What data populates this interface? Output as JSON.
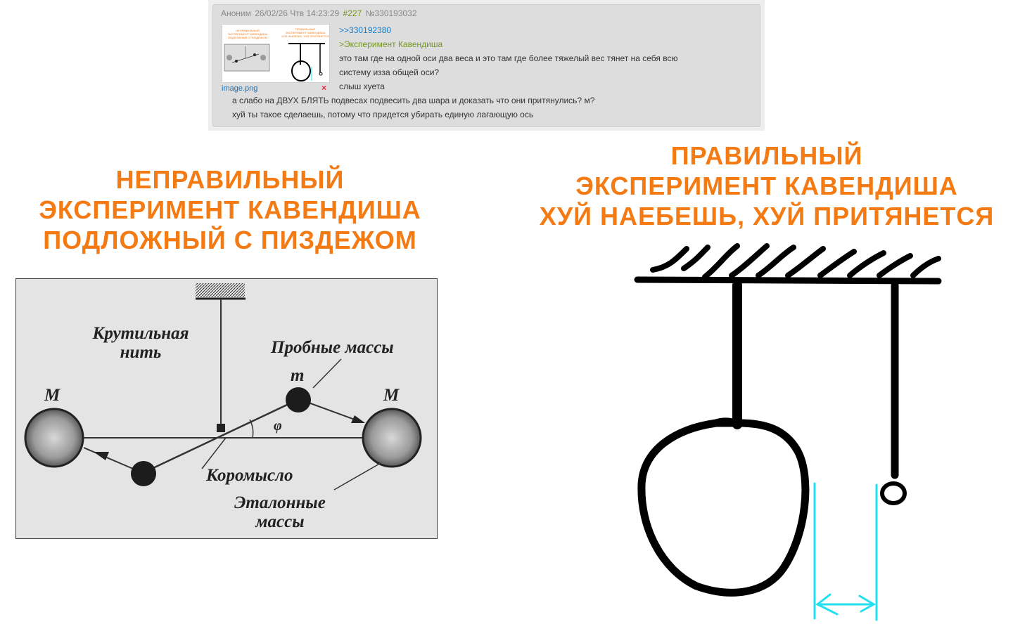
{
  "post": {
    "author": "Аноним",
    "datetime": "26/02/26 Чтв 14:23:29",
    "index": "#227",
    "number": "№330193032",
    "file_name": "image.png",
    "delete_mark": "×",
    "reply_link": ">>330192380",
    "quote": ">Эксперимент Кавендиша",
    "lines": [
      "это там где на одной оси два веса и это там где более тяжелый вес тянет на себя всю",
      "систему изза общей оси?",
      "слыш хуета",
      "а слабо на ДВУХ БЛЯТЬ подвесах подвесить два шара и доказать что они притянулись? м?",
      "хуй ты такое сделаешь, потому что придется убирать единую лагающую ось"
    ]
  },
  "left_heading": [
    "НЕПРАВИЛЬНЫЙ",
    "ЭКСПЕРИМЕНТ КАВЕНДИША",
    "ПОДЛОЖНЫЙ С ПИЗДЕЖОМ"
  ],
  "right_heading": [
    "ПРАВИЛЬНЫЙ",
    "ЭКСПЕРИМЕНТ КАВЕНДИША",
    "ХУЙ НАЕБЕШЬ, ХУЙ ПРИТЯНЕТСЯ"
  ],
  "diagram": {
    "label_torsion_1": "Крутильная",
    "label_torsion_2": "нить",
    "label_probe": "Пробные массы",
    "label_m_small": "m",
    "label_M_left": "M",
    "label_M_right": "M",
    "label_phi": "φ",
    "label_beam": "Коромысло",
    "label_ref_1": "Эталонные",
    "label_ref_2": "массы"
  },
  "colors": {
    "heading": "#f47a14",
    "distance_marker": "#22e0f0",
    "ink": "#000000"
  }
}
